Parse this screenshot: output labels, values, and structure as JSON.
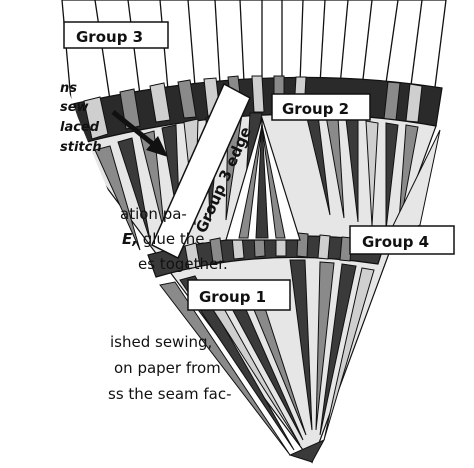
{
  "labels": {
    "group1": "Group 1",
    "group2": "Group 2",
    "group3": "Group 3",
    "group4": "Group 4",
    "group3_edge": "Group 3 edge"
  },
  "left_note": {
    "line1": "ns",
    "line2": "sew",
    "line3": "laced",
    "line4": "stitch"
  },
  "paragraph1": {
    "line1": "ation pa-",
    "line2_emph": "E,",
    "line2_rest": " glue the",
    "line3": "es together."
  },
  "paragraph2": {
    "line1": "ished sewing,",
    "line2": "on paper from",
    "line3": "ss the seam fac-"
  },
  "colors": {
    "dark": "#3a3a3a",
    "mid": "#8a8a8a",
    "light": "#cfcfcf",
    "white": "#ffffff",
    "outline": "#111111"
  }
}
